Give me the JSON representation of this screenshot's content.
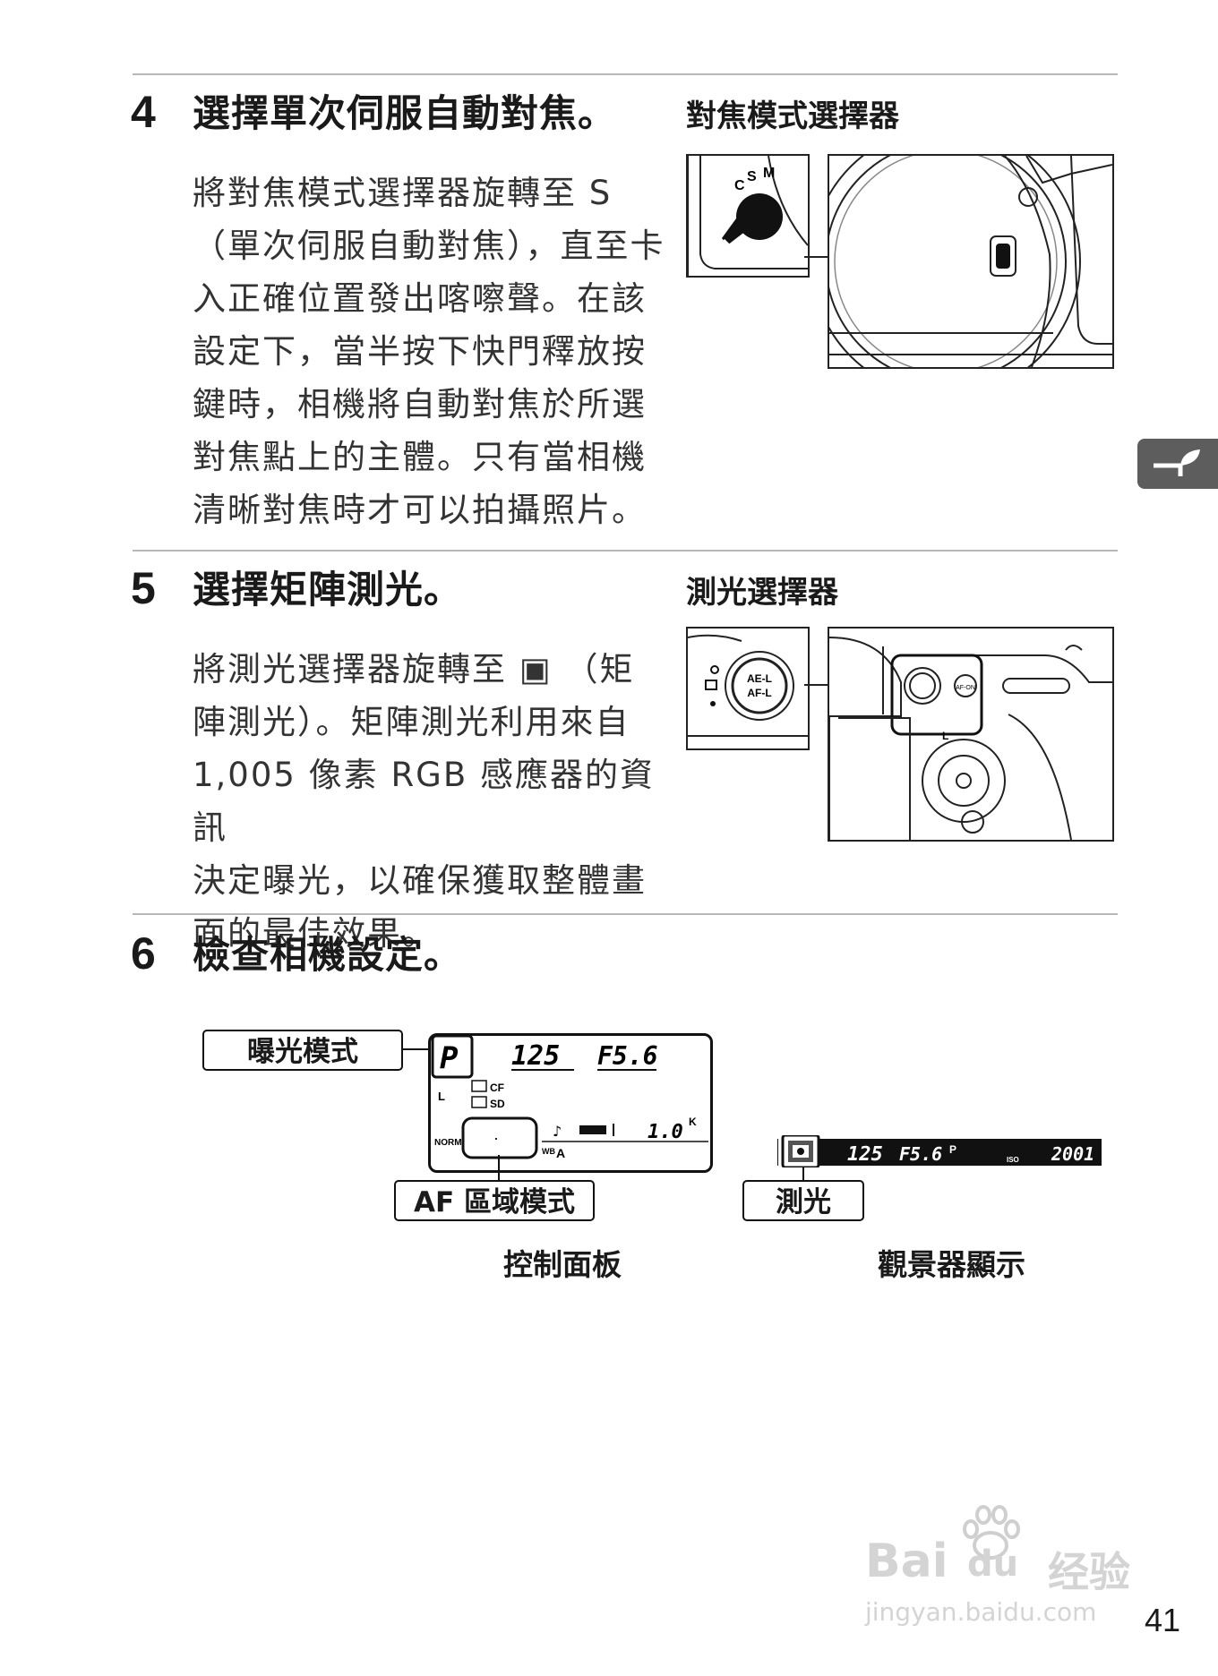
{
  "steps": [
    {
      "number": "4",
      "title": "選擇單次伺服自動對焦。",
      "body": [
        "將對焦模式選擇器旋轉至 S",
        "（單次伺服自動對焦），直至卡",
        "入正確位置發出喀嚓聲。在該",
        "設定下，當半按下快門釋放按",
        "鍵時，相機將自動對焦於所選",
        "對焦點上的主體。只有當相機",
        "清晰對焦時才可以拍攝照片。"
      ],
      "figure_caption": "對焦模式選擇器",
      "figure_labels": [
        "C",
        "S",
        "M"
      ]
    },
    {
      "number": "5",
      "title": "選擇矩陣測光。",
      "body": [
        "將測光選擇器旋轉至 ▣ （矩",
        "陣測光）。矩陣測光利用來自",
        "1,005 像素 RGB 感應器的資訊",
        "決定曝光，以確保獲取整體畫",
        "面的最佳效果。"
      ],
      "figure_caption": "測光選擇器",
      "figure_labels": [
        "AE-L",
        "AF-L",
        "AF-ON",
        "L"
      ]
    },
    {
      "number": "6",
      "title": "檢查相機設定。"
    }
  ],
  "control_panel": {
    "caption": "控制面板",
    "exposure_mode_label": "曝光模式",
    "af_area_label": "AF 區域模式",
    "mode": "P",
    "shutter": "125",
    "aperture": "F5.6",
    "card1": "CF",
    "card2": "SD",
    "quality": "NORM",
    "size": "L",
    "wb": "WB",
    "wb_value": "A",
    "frames": "1.0",
    "frames_unit": "K"
  },
  "viewfinder": {
    "caption": "觀景器顯示",
    "metering_label": "測光",
    "shutter": "125",
    "aperture": "F5.6",
    "mode": "P",
    "iso_label": "ISO",
    "iso": "2001"
  },
  "page_number": "41",
  "watermark": {
    "brand": "Bai",
    "brand2": "du",
    "brand_cn": "经验",
    "url": "jingyan.baidu.com"
  }
}
